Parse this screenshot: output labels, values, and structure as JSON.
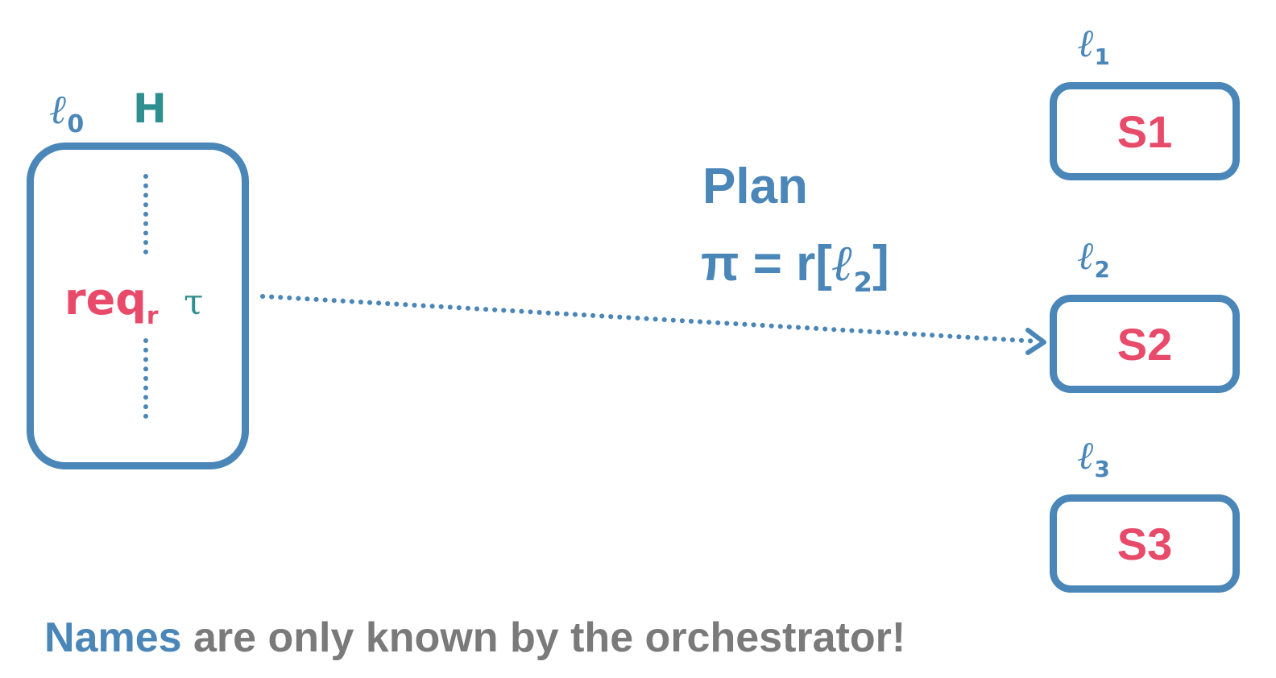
{
  "host": {
    "location_symbol": "ℓ",
    "location_index": "0",
    "name": "H",
    "request": "req",
    "request_sub": "r",
    "tau": "τ"
  },
  "plan": {
    "title": "Plan",
    "formula_prefix": "π = r[",
    "formula_symbol": "ℓ",
    "formula_index": "2",
    "formula_suffix": "]"
  },
  "servers": [
    {
      "name": "S1",
      "location_symbol": "ℓ",
      "location_index": "1"
    },
    {
      "name": "S2",
      "location_symbol": "ℓ",
      "location_index": "2"
    },
    {
      "name": "S3",
      "location_symbol": "ℓ",
      "location_index": "3"
    }
  ],
  "footer": {
    "highlight": "Names",
    "rest": " are only known by the orchestrator!"
  },
  "colors": {
    "border": "#4a86b8",
    "server_text": "#e84a6a",
    "host_name": "#2f8f8f",
    "footer_gray": "#7a7a7a"
  }
}
